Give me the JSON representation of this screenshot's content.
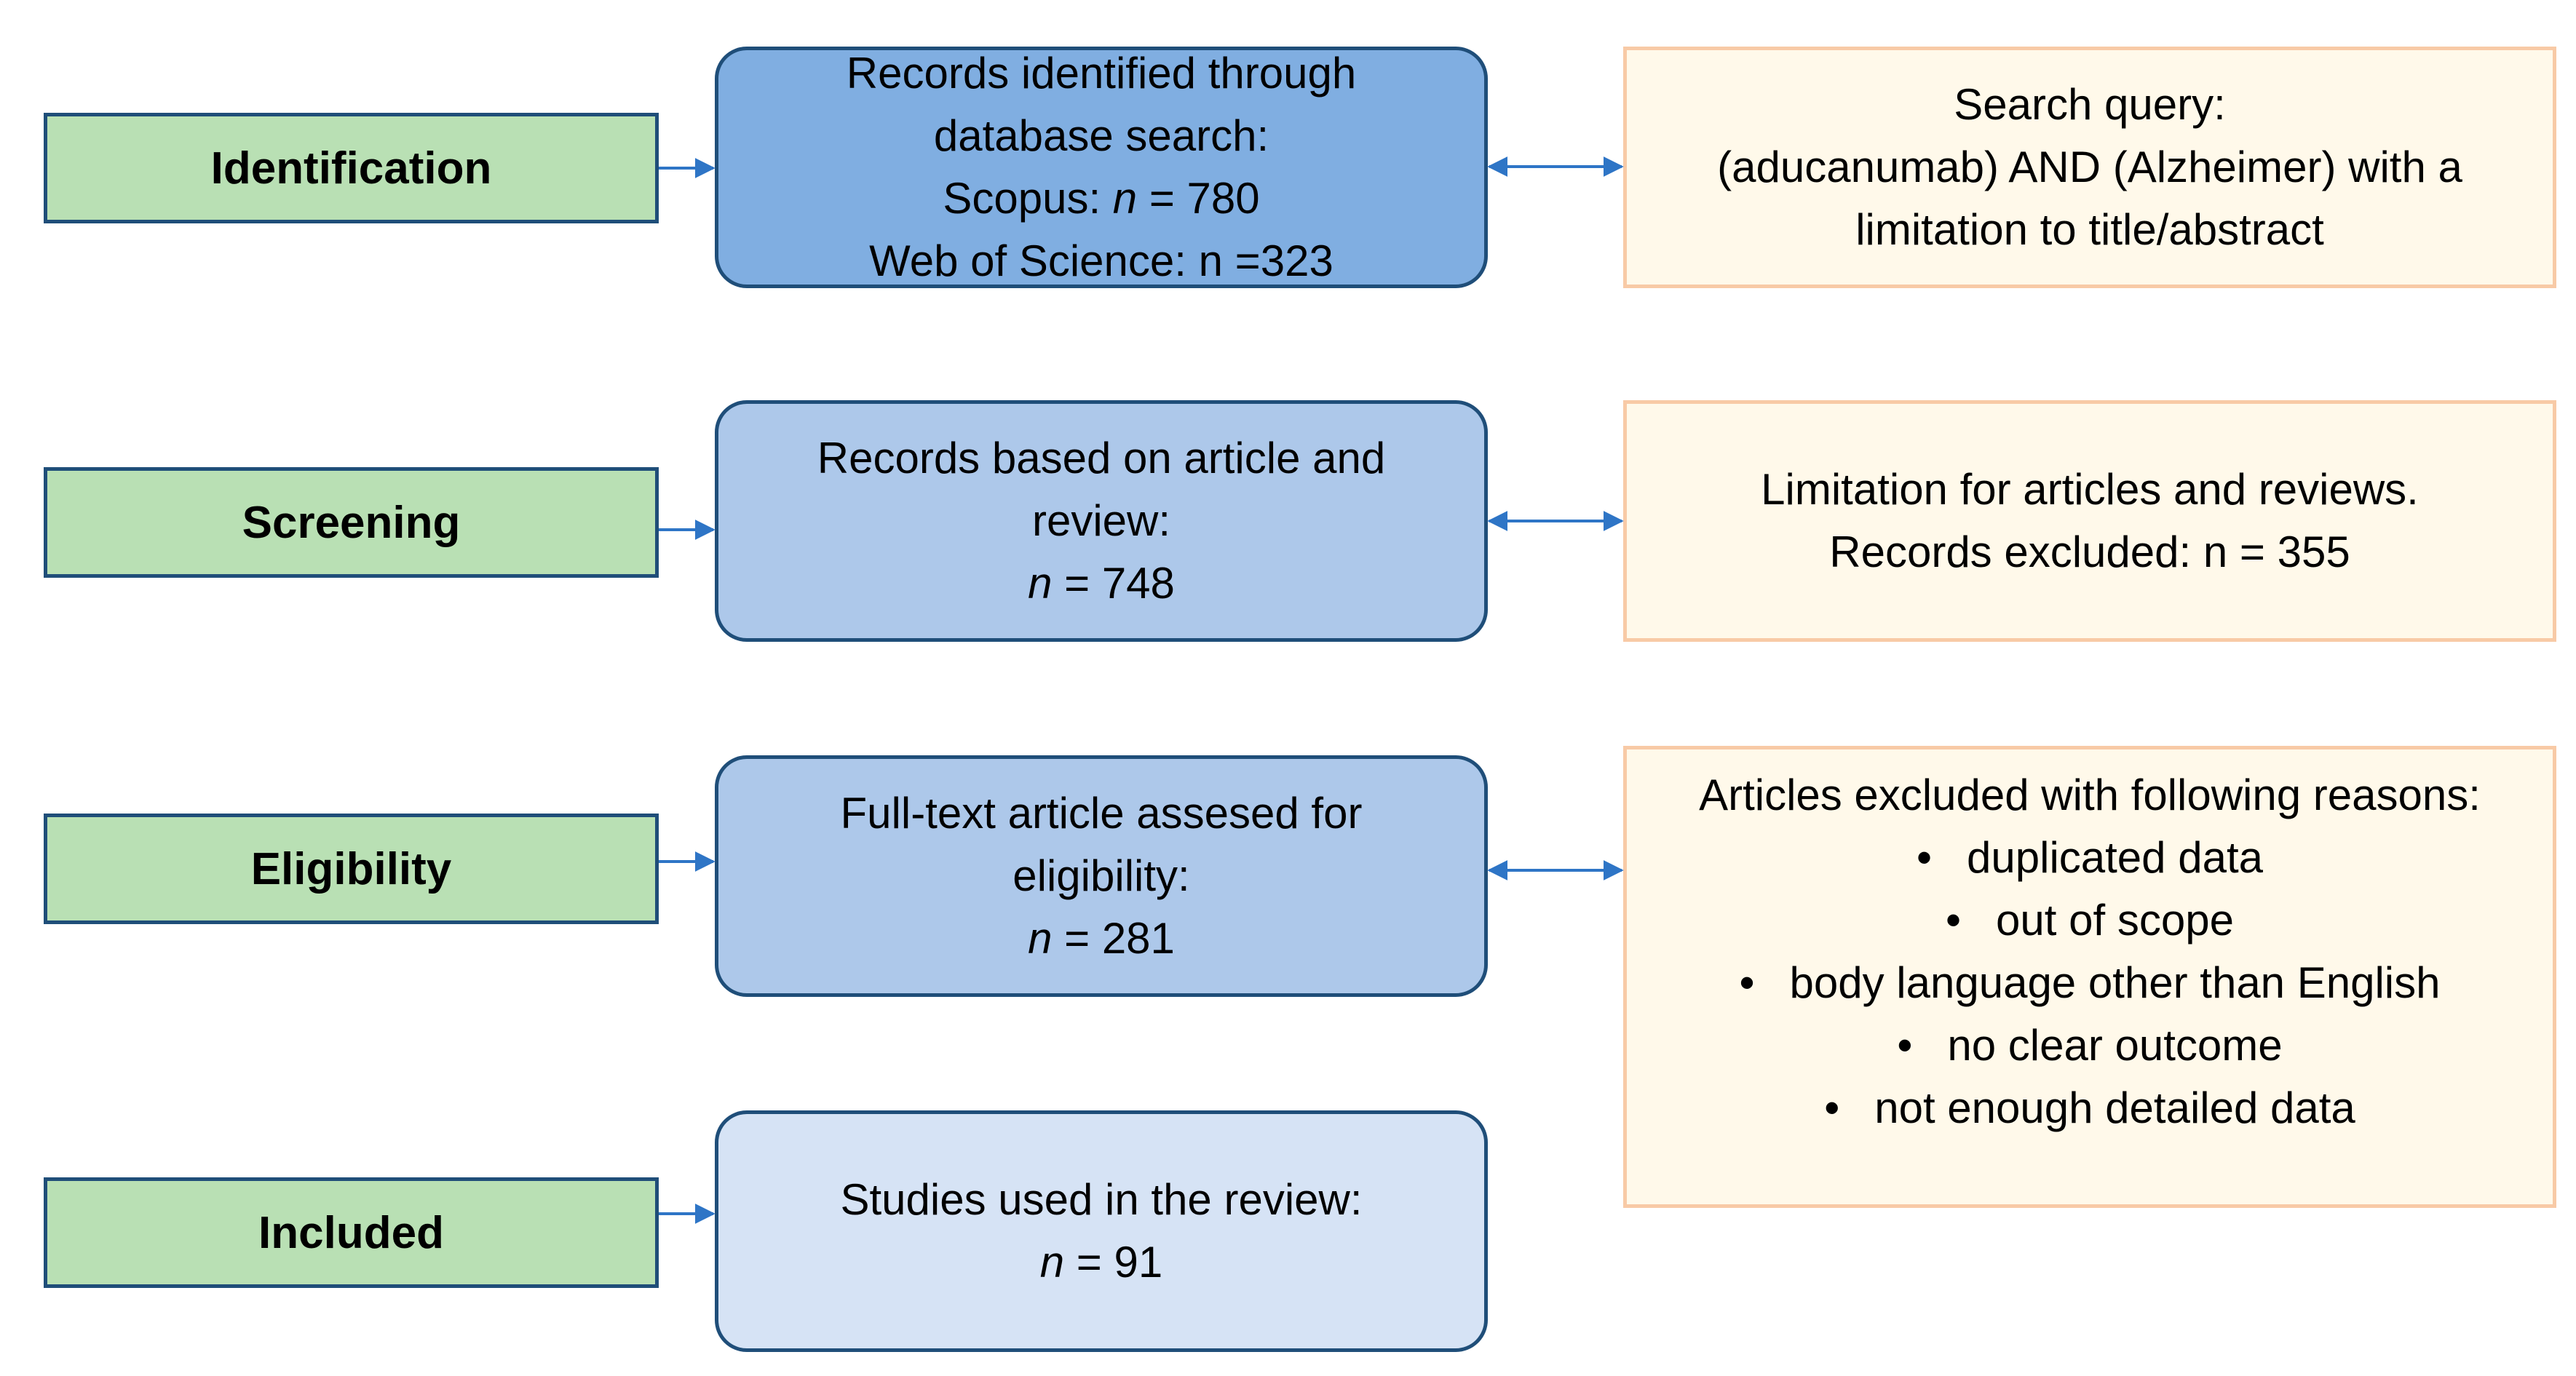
{
  "stages": {
    "identification": "Identification",
    "screening": "Screening",
    "eligibility": "Eligibility",
    "included": "Included"
  },
  "records": {
    "identified": {
      "line1": "Records identified through",
      "line2": "database search:",
      "scopus_label": "Scopus: ",
      "n_symbol": "n",
      "scopus_rest": " = 780",
      "wos": "Web of Science: n =323"
    },
    "screened": {
      "line1": "Records based on article and",
      "line2": "review:",
      "n_symbol": "n",
      "value": " = 748"
    },
    "eligible": {
      "line1": "Full-text article assesed for",
      "line2": "eligibility:",
      "n_symbol": "n",
      "value": " = 281"
    },
    "included": {
      "line1": "Studies used in the review:",
      "n_symbol": "n",
      "value": " = 91"
    }
  },
  "notes": {
    "search_query": {
      "line1": "Search query:",
      "line2": "(aducanumab) AND (Alzheimer) with a",
      "line3": "limitation to title/abstract"
    },
    "limitation": {
      "line1": "Limitation for articles and reviews.",
      "line2": "Records excluded: n = 355"
    },
    "exclusion": {
      "heading": "Articles excluded with following reasons:",
      "reasons": [
        "duplicated data",
        "out of scope",
        "body language other than English",
        "no clear outcome",
        "not enough detailed data"
      ]
    }
  },
  "colors": {
    "stage_fill": "#b9e0b4",
    "stage_border": "#1f4e79",
    "arrow": "#2e75c6",
    "note_fill": "#fff9ea",
    "note_border": "#f8caa6"
  }
}
